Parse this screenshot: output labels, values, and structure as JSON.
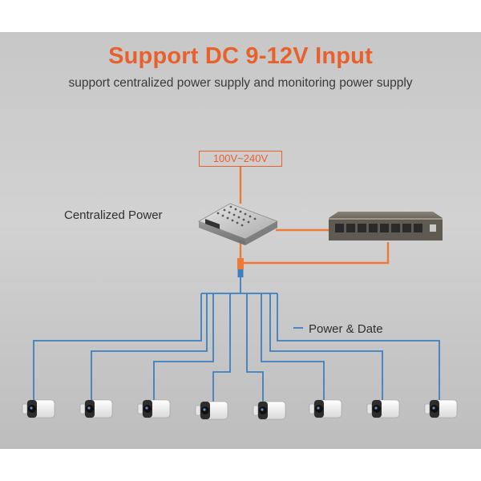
{
  "title": "Support DC 9-12V Input",
  "subtitle": "support centralized power supply and monitoring power supply",
  "voltage_label": "100V~240V",
  "power_supply_label": "Centralized Power",
  "legend_label": "Power & Date",
  "camera_count": 8,
  "colors": {
    "accent": "#e8612c",
    "cable_blue": "#3d7fc0",
    "power_orange": "#ee7a3a",
    "panel_gray": "#c8c8c8"
  },
  "icons": [
    "power-supply-icon",
    "network-switch-icon",
    "cctv-camera-icon"
  ]
}
